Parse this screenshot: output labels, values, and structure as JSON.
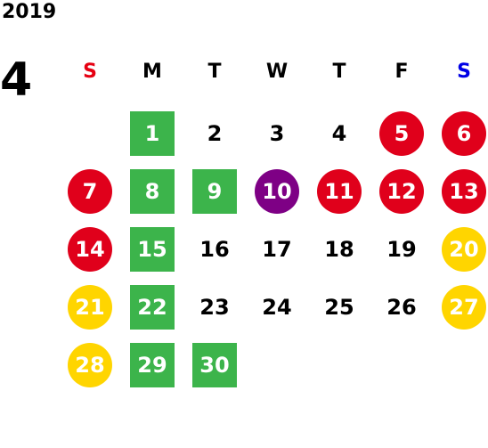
{
  "header": {
    "year": "2019",
    "month": "4"
  },
  "colors": {
    "sunday": "#e60012",
    "saturday": "#0000e6",
    "weekday": "#000000",
    "green": "#3cb44b",
    "red": "#e0001b",
    "purple": "#7e0085",
    "yellow": "#ffd500"
  },
  "weekdays": [
    {
      "label": "S",
      "color": "sunday"
    },
    {
      "label": "M",
      "color": "weekday"
    },
    {
      "label": "T",
      "color": "weekday"
    },
    {
      "label": "W",
      "color": "weekday"
    },
    {
      "label": "T",
      "color": "weekday"
    },
    {
      "label": "F",
      "color": "weekday"
    },
    {
      "label": "S",
      "color": "saturday"
    }
  ],
  "first_weekday": 1,
  "days": [
    {
      "day": "1",
      "mark": "square",
      "color": "green"
    },
    {
      "day": "2",
      "mark": "none"
    },
    {
      "day": "3",
      "mark": "none"
    },
    {
      "day": "4",
      "mark": "none"
    },
    {
      "day": "5",
      "mark": "circle",
      "color": "red"
    },
    {
      "day": "6",
      "mark": "circle",
      "color": "red"
    },
    {
      "day": "7",
      "mark": "circle",
      "color": "red"
    },
    {
      "day": "8",
      "mark": "square",
      "color": "green"
    },
    {
      "day": "9",
      "mark": "square",
      "color": "green"
    },
    {
      "day": "10",
      "mark": "circle",
      "color": "purple"
    },
    {
      "day": "11",
      "mark": "circle",
      "color": "red"
    },
    {
      "day": "12",
      "mark": "circle",
      "color": "red"
    },
    {
      "day": "13",
      "mark": "circle",
      "color": "red"
    },
    {
      "day": "14",
      "mark": "circle",
      "color": "red"
    },
    {
      "day": "15",
      "mark": "square",
      "color": "green"
    },
    {
      "day": "16",
      "mark": "none"
    },
    {
      "day": "17",
      "mark": "none"
    },
    {
      "day": "18",
      "mark": "none"
    },
    {
      "day": "19",
      "mark": "none"
    },
    {
      "day": "20",
      "mark": "circle",
      "color": "yellow"
    },
    {
      "day": "21",
      "mark": "circle",
      "color": "yellow"
    },
    {
      "day": "22",
      "mark": "square",
      "color": "green"
    },
    {
      "day": "23",
      "mark": "none"
    },
    {
      "day": "24",
      "mark": "none"
    },
    {
      "day": "25",
      "mark": "none"
    },
    {
      "day": "26",
      "mark": "none"
    },
    {
      "day": "27",
      "mark": "circle",
      "color": "yellow"
    },
    {
      "day": "28",
      "mark": "circle",
      "color": "yellow"
    },
    {
      "day": "29",
      "mark": "square",
      "color": "green"
    },
    {
      "day": "30",
      "mark": "square",
      "color": "green"
    }
  ]
}
